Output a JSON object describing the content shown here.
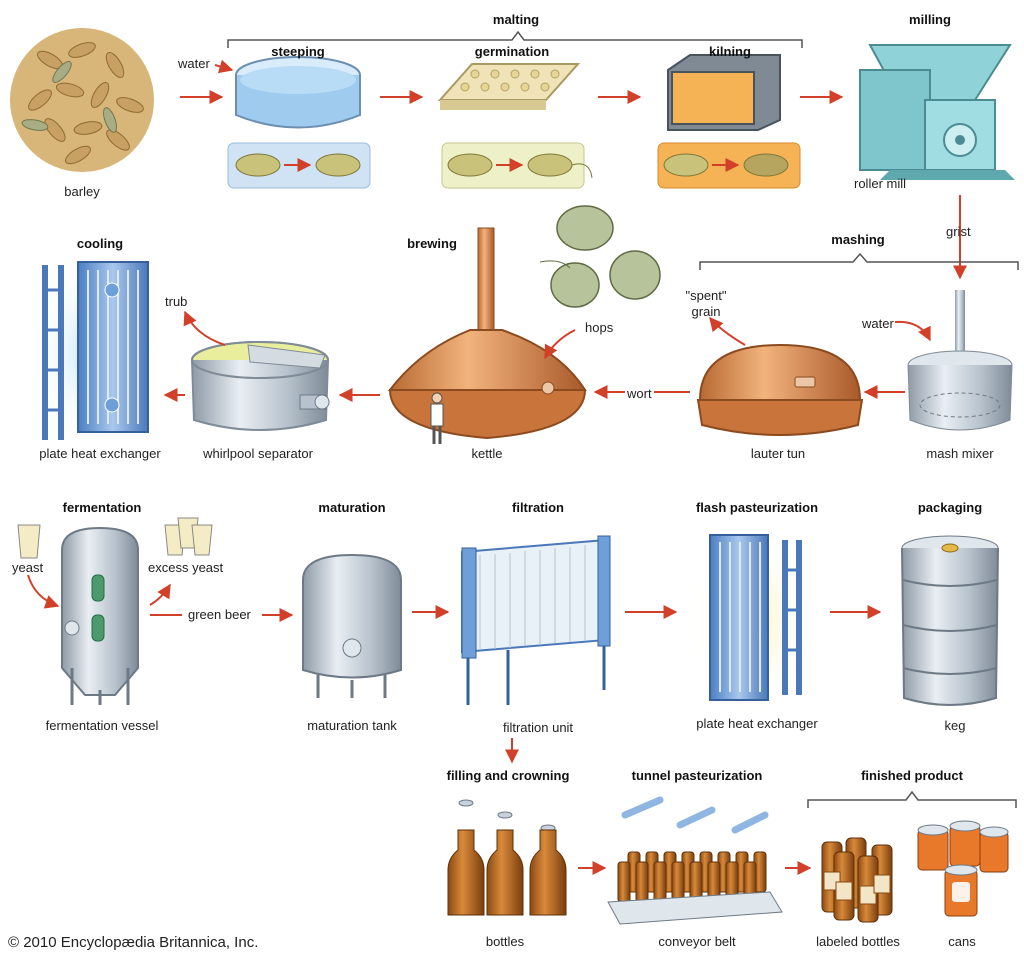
{
  "stages": {
    "malting": "malting",
    "steeping": "steeping",
    "germination": "germination",
    "kilning": "kilning",
    "milling": "milling",
    "mashing": "mashing",
    "brewing": "brewing",
    "cooling": "cooling",
    "fermentation": "fermentation",
    "maturation": "maturation",
    "filtration": "filtration",
    "flash_pasteurization": "flash pasteurization",
    "packaging": "packaging",
    "filling_and_crowning": "filling and crowning",
    "tunnel_pasteurization": "tunnel pasteurization",
    "finished_product": "finished product"
  },
  "labels": {
    "barley": "barley",
    "water_1": "water",
    "roller_mill": "roller mill",
    "grist": "grist",
    "water_2": "water",
    "mash_mixer": "mash mixer",
    "lauter_tun": "lauter tun",
    "spent_grain": "\"spent\"\ngrain",
    "wort": "wort",
    "hops": "hops",
    "kettle": "kettle",
    "trub": "trub",
    "whirlpool_separator": "whirlpool separator",
    "plate_heat_exchanger_1": "plate heat exchanger",
    "yeast": "yeast",
    "excess_yeast": "excess yeast",
    "green_beer": "green beer",
    "fermentation_vessel": "fermentation vessel",
    "maturation_tank": "maturation tank",
    "filtration_unit": "filtration unit",
    "plate_heat_exchanger_2": "plate heat exchanger",
    "keg": "keg",
    "bottles": "bottles",
    "conveyor_belt": "conveyor belt",
    "labeled_bottles": "labeled bottles",
    "cans": "cans"
  },
  "copyright": "© 2010 Encyclopædia Britannica, Inc.",
  "colors": {
    "arrow": "#d2402a",
    "steel": "#b8c4cf",
    "copper": "#d98a4f",
    "beer_bottle": "#b5651d",
    "exchanger": "#6f9fd8",
    "malt_grain": "#c9a063",
    "steep_panel": "#cfe3f5",
    "germ_panel": "#eef0c8",
    "kiln_panel": "#f6b356",
    "can_orange": "#e8782a"
  }
}
